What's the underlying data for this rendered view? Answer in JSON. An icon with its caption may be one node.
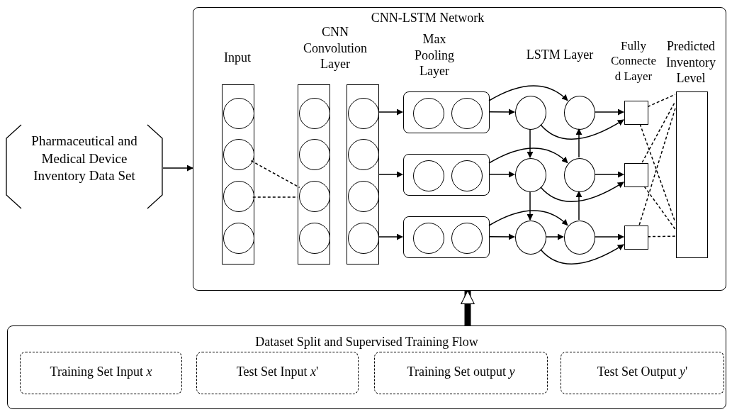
{
  "diagram": {
    "nodes": [
      {
        "text": [
          "Pharmaceutical and Medical Device Inventory Data Set"
        ]
      },
      {
        "text": [
          "CNN-LSTM Network"
        ]
      },
      {
        "text": [],
        "shape": "bar",
        "in": 1
      },
      {
        "text": [],
        "shape": "circle",
        "in": 2
      },
      {
        "text": [],
        "shape": "circle",
        "in": 2
      },
      {
        "text": [],
        "shape": "circle",
        "in": 2
      },
      {
        "text": [],
        "shape": "circle",
        "in": 2
      },
      {
        "text": [],
        "shape": "bar",
        "in": 1
      },
      {
        "text": [],
        "shape": "circle",
        "in": 7
      },
      {
        "text": [],
        "shape": "circle",
        "in": 7
      },
      {
        "text": [],
        "shape": "circle",
        "in": 7
      },
      {
        "text": [],
        "shape": "circle",
        "in": 7
      },
      {
        "text": [],
        "shape": "bar",
        "in": 1
      },
      {
        "text": [],
        "shape": "circle",
        "in": 12
      },
      {
        "text": [],
        "shape": "circle",
        "in": 12
      },
      {
        "text": [],
        "shape": "circle",
        "in": 12
      },
      {
        "text": [],
        "shape": "circle",
        "in": 12
      },
      {
        "text": [],
        "shape": "box",
        "in": 1
      },
      {
        "text": [],
        "shape": "circle",
        "in": 17
      },
      {
        "text": [],
        "shape": "circle",
        "in": 17
      },
      {
        "text": [],
        "shape": "box",
        "in": 1
      },
      {
        "text": [],
        "shape": "circle",
        "in": 20
      },
      {
        "text": [],
        "shape": "circle",
        "in": 20
      },
      {
        "text": [],
        "shape": "box",
        "in": 1
      },
      {
        "text": [],
        "shape": "circle",
        "in": 23
      },
      {
        "text": [],
        "shape": "circle",
        "in": 23
      },
      {
        "text": [],
        "shape": "circle",
        "in": 1
      },
      {
        "text": [],
        "shape": "circle",
        "in": 1
      },
      {
        "text": [],
        "shape": "circle",
        "in": 1
      },
      {
        "text": [],
        "shape": "circle",
        "in": 1
      },
      {
        "text": [],
        "shape": "circle",
        "in": 1
      },
      {
        "text": [],
        "shape": "circle",
        "in": 1
      },
      {
        "text": [],
        "shape": "box",
        "in": 1
      },
      {
        "text": [],
        "shape": "box",
        "in": 1
      },
      {
        "text": [],
        "shape": "box",
        "in": 1
      },
      {
        "text": [],
        "shape": "bar",
        "in": 1
      },
      {
        "text": [
          "Dataset Split and Supervised Training Flow"
        ]
      },
      {
        "text": [
          "Training Set Input *x*"
        ],
        "in": 36
      },
      {
        "text": [
          "Test Set Input *x*'"
        ],
        "in": 36
      },
      {
        "text": [
          "Training Set output *y*"
        ],
        "in": 36
      },
      {
        "text": [
          "Test Set Output *y*'"
        ],
        "in": 36
      }
    ],
    "edges": [
      {
        "from": 0,
        "to": 1,
        "arrow": "to"
      },
      {
        "from": 4,
        "to": 10,
        "arrow": "none",
        "style": "dashed"
      },
      {
        "from": 5,
        "to": 10,
        "arrow": "none",
        "style": "dashed"
      },
      {
        "from": 12,
        "to": 17,
        "arrow": "to"
      },
      {
        "from": 12,
        "to": 20,
        "arrow": "to"
      },
      {
        "from": 12,
        "to": 23,
        "arrow": "to"
      },
      {
        "from": 17,
        "to": 26,
        "arrow": "to"
      },
      {
        "from": 20,
        "to": 28,
        "arrow": "to"
      },
      {
        "from": 23,
        "to": 30,
        "arrow": "to"
      },
      {
        "from": 17,
        "to": 27,
        "arrow": "to"
      },
      {
        "from": 20,
        "to": 29,
        "arrow": "to"
      },
      {
        "from": 23,
        "to": 31,
        "arrow": "to"
      },
      {
        "from": 26,
        "to": 32,
        "arrow": "to"
      },
      {
        "from": 28,
        "to": 33,
        "arrow": "to"
      },
      {
        "from": 30,
        "to": 34,
        "arrow": "to"
      },
      {
        "from": 27,
        "to": 32,
        "arrow": "to"
      },
      {
        "from": 29,
        "to": 33,
        "arrow": "to"
      },
      {
        "from": 31,
        "to": 34,
        "arrow": "to"
      },
      {
        "from": 26,
        "to": 28,
        "arrow": "to"
      },
      {
        "from": 28,
        "to": 30,
        "arrow": "to"
      },
      {
        "from": 31,
        "to": 29,
        "arrow": "to"
      },
      {
        "from": 29,
        "to": 27,
        "arrow": "to"
      },
      {
        "from": 30,
        "to": 31,
        "arrow": "to"
      },
      {
        "from": 32,
        "to": 35,
        "arrow": "none",
        "style": "dashed"
      },
      {
        "from": 32,
        "to": 35,
        "arrow": "none",
        "style": "dashed"
      },
      {
        "from": 33,
        "to": 35,
        "arrow": "none",
        "style": "dashed"
      },
      {
        "from": 33,
        "to": 35,
        "arrow": "none",
        "style": "dashed"
      },
      {
        "from": 34,
        "to": 35,
        "arrow": "none",
        "style": "dashed"
      },
      {
        "from": 34,
        "to": 35,
        "arrow": "none",
        "style": "dashed"
      },
      {
        "from": 36,
        "to": 1,
        "arrow": "to",
        "style": "thick"
      }
    ],
    "labels": [
      "Input",
      "CNN Convolution Layer",
      "Max Pooling Layer",
      "LSTM Layer",
      "Fully Connected Layer",
      "Predicted Inventory Level"
    ]
  }
}
